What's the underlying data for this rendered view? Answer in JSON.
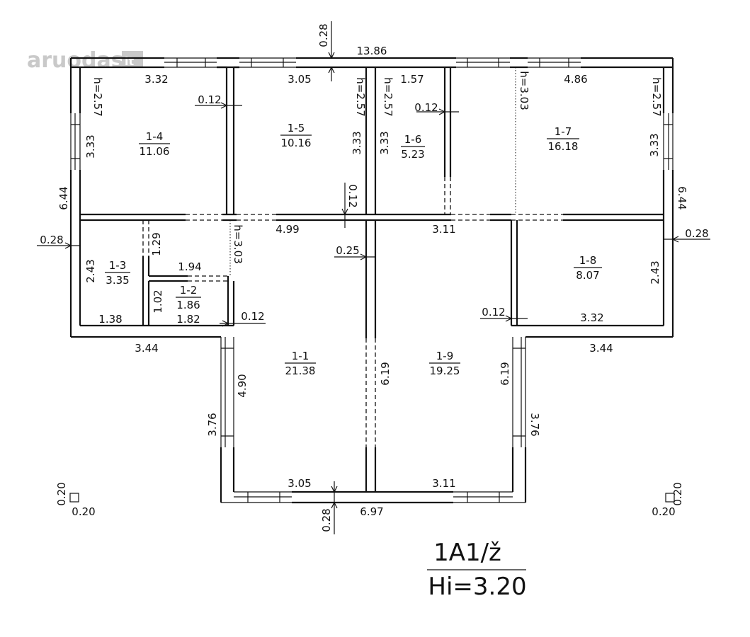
{
  "watermark": {
    "text": "aruodas",
    "suffix": "lt"
  },
  "title": {
    "top": "1A1/ž",
    "bottom": "Hi=3.20"
  },
  "rooms": [
    {
      "id": "1-1",
      "area": "21.38"
    },
    {
      "id": "1-2",
      "area": "1.86"
    },
    {
      "id": "1-3",
      "area": "3.35"
    },
    {
      "id": "1-4",
      "area": "11.06"
    },
    {
      "id": "1-5",
      "area": "10.16"
    },
    {
      "id": "1-6",
      "area": "5.23"
    },
    {
      "id": "1-7",
      "area": "16.18"
    },
    {
      "id": "1-8",
      "area": "8.07"
    },
    {
      "id": "1-9",
      "area": "19.25"
    }
  ],
  "dims": {
    "top_total": "13.86",
    "top_wall": "0.28",
    "r14_w": "3.32",
    "r14_h": "3.33",
    "r14_ceil": "h=2.57",
    "r15_w": "3.05",
    "r15_h": "3.33",
    "r15_ceil": "h=2.57",
    "r15_wall": "0.12",
    "r16_w": "1.57",
    "r16_h": "3.33",
    "r16_ceil": "h=2.57",
    "r16_wall": "0.12",
    "r17_w": "4.86",
    "r17_h": "3.33",
    "r17_ceil": "h=2.57",
    "r17_ceil2": "h=3.03",
    "left_total": "6.44",
    "right_total": "6.44",
    "left_wall": "0.28",
    "right_wall": "0.28",
    "hall_w": "4.99",
    "hall_wall": "0.12",
    "hall_ceil": "h=3.03",
    "mid_w": "3.11",
    "mid_wall": "0.25",
    "r13_h": "2.43",
    "r13_w": "1.38",
    "r13_door": "1.29",
    "r12_top": "1.94",
    "r12_h": "1.02",
    "r12_w": "1.82",
    "r12_wall": "0.12",
    "left_wing": "3.44",
    "right_wing": "3.44",
    "r18_h": "2.43",
    "r18_w": "3.32",
    "r18_wall": "0.12",
    "r11_h": "4.90",
    "r11_side": "3.76",
    "r11_w": "3.05",
    "r19_h": "6.19",
    "r19_h2": "6.19",
    "r19_side": "3.76",
    "r19_w": "3.11",
    "bottom_total": "6.97",
    "bottom_wall": "0.28",
    "col_left_a": "0.20",
    "col_left_b": "0.20",
    "col_right_a": "0.20",
    "col_right_b": "0.20"
  }
}
